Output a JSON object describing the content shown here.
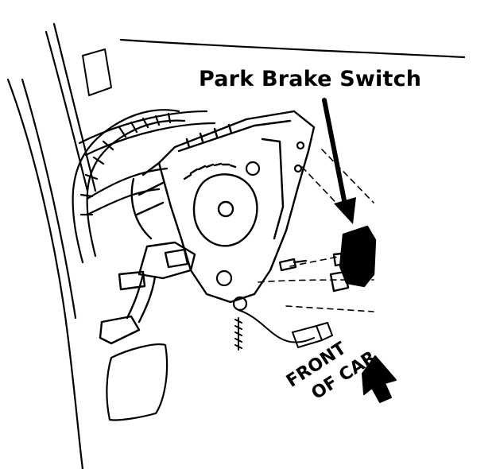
{
  "callout": {
    "label": "Park Brake Switch"
  },
  "direction": {
    "line1": "FRONT",
    "line2": "OF CAR"
  },
  "colors": {
    "ink": "#000000",
    "paper": "#ffffff"
  }
}
